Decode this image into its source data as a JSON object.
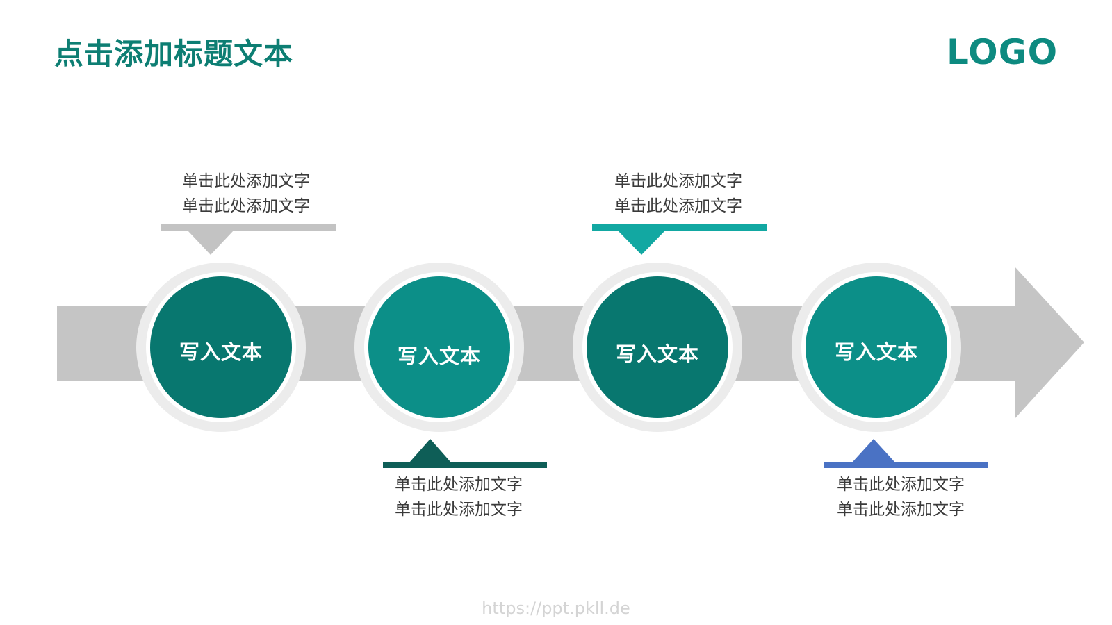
{
  "header": {
    "title": "点击添加标题文本",
    "logo": "LOGO"
  },
  "colors": {
    "title": "#0d7e73",
    "arrow": "#c5c5c5",
    "ring": "#ececec",
    "circle_dark": "#08776f",
    "circle_light": "#0c8f88",
    "bar_gray": "#c3c3c3",
    "bar_teal": "#12a8a2",
    "bar_dark": "#0e5e57",
    "bar_blue": "#4a72c4"
  },
  "steps": [
    {
      "label": "写入文本",
      "note_lines": [
        "单击此处添加文字",
        "单击此处添加文字"
      ]
    },
    {
      "label": "写入文本",
      "note_lines": [
        "单击此处添加文字",
        "单击此处添加文字"
      ]
    },
    {
      "label": "写入文本",
      "note_lines": [
        "单击此处添加文字",
        "单击此处添加文字"
      ]
    },
    {
      "label": "写入文本",
      "note_lines": [
        "单击此处添加文字",
        "单击此处添加文字"
      ]
    }
  ],
  "watermark": "https://ppt.pkll.de"
}
